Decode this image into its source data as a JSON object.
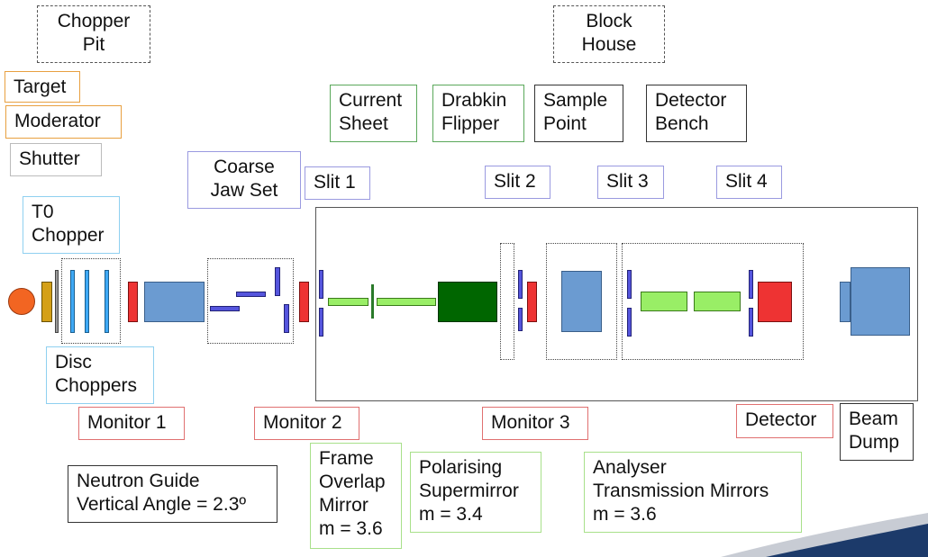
{
  "labels": {
    "chopper_pit": [
      "Chopper",
      "Pit"
    ],
    "block_house": [
      "Block",
      "House"
    ],
    "target": "Target",
    "moderator": "Moderator",
    "shutter": "Shutter",
    "current_sheet": [
      "Current",
      "Sheet"
    ],
    "drabkin_flipper": [
      "Drabkin",
      "Flipper"
    ],
    "sample_point": [
      "Sample",
      "Point"
    ],
    "detector_bench": [
      "Detector",
      "Bench"
    ],
    "coarse_jaw_set": [
      "Coarse",
      "Jaw Set"
    ],
    "slit1": "Slit 1",
    "slit2": "Slit 2",
    "slit3": "Slit 3",
    "slit4": "Slit 4",
    "t0_chopper": [
      "T0",
      "Chopper"
    ],
    "disc_choppers": [
      "Disc",
      "Choppers"
    ],
    "monitor1": "Monitor 1",
    "monitor2": "Monitor 2",
    "monitor3": "Monitor 3",
    "detector": "Detector",
    "beam_dump": [
      "Beam",
      "Dump"
    ],
    "neutron_guide": [
      "Neutron Guide",
      "Vertical Angle = 2.3º"
    ],
    "frame_overlap": [
      "Frame",
      "Overlap",
      "Mirror",
      "m = 3.6"
    ],
    "polarising": [
      "Polarising",
      "Supermirror",
      "m = 3.4"
    ],
    "analyser": [
      "Analyser",
      "Transmission Mirrors",
      "m = 3.6"
    ]
  },
  "colors": {
    "source": "#f26522",
    "moderator_block": "#d4a017",
    "chopper_disc": "#3fa9f5",
    "monitor": "#ee3333",
    "guide": "#6b9bd1",
    "slit": "#5555dd",
    "mirror_green": "#99ee66",
    "polariser": "#006600",
    "beam_dump": "#6b9bd1"
  }
}
